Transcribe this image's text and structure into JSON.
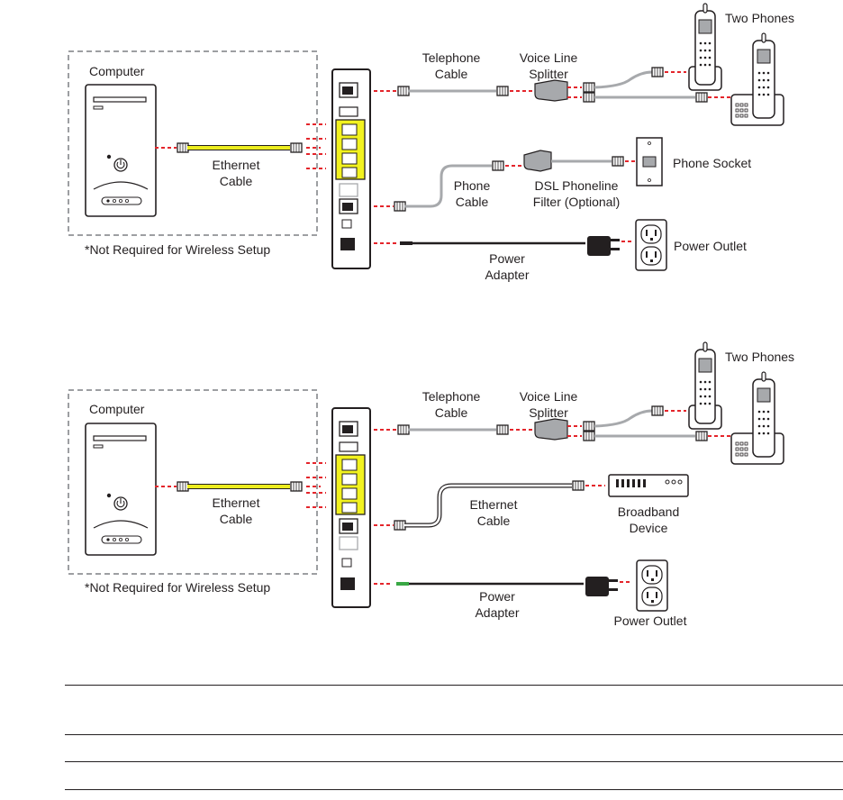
{
  "diagram1": {
    "computer": "Computer",
    "note": "*Not Required for Wireless Setup",
    "ethernet_top": "Ethernet",
    "ethernet_bottom": "Cable",
    "telephone_top": "Telephone",
    "telephone_bottom": "Cable",
    "splitter_top": "Voice Line",
    "splitter_bottom": "Splitter",
    "phones": "Two Phones",
    "phone_cable_top": "Phone",
    "phone_cable_bottom": "Cable",
    "filter_top": "DSL Phoneline",
    "filter_bottom": "Filter (Optional)",
    "socket": "Phone Socket",
    "adapter_top": "Power",
    "adapter_bottom": "Adapter",
    "outlet": "Power Outlet"
  },
  "diagram2": {
    "computer": "Computer",
    "note": "*Not Required for Wireless Setup",
    "ethernet_top": "Ethernet",
    "ethernet_bottom": "Cable",
    "telephone_top": "Telephone",
    "telephone_bottom": "Cable",
    "splitter_top": "Voice Line",
    "splitter_bottom": "Splitter",
    "phones": "Two Phones",
    "eth2_top": "Ethernet",
    "eth2_bottom": "Cable",
    "broadband_top": "Broadband",
    "broadband_bottom": "Device",
    "adapter_top": "Power",
    "adapter_bottom": "Adapter",
    "outlet": "Power Outlet"
  },
  "colors": {
    "connection_dash": "#e4252b",
    "ethernet_cable": "#ecec1e",
    "router_port_highlight": "#f2f21f",
    "cable_grey": "#a7a9ac",
    "outline": "#231f20"
  }
}
